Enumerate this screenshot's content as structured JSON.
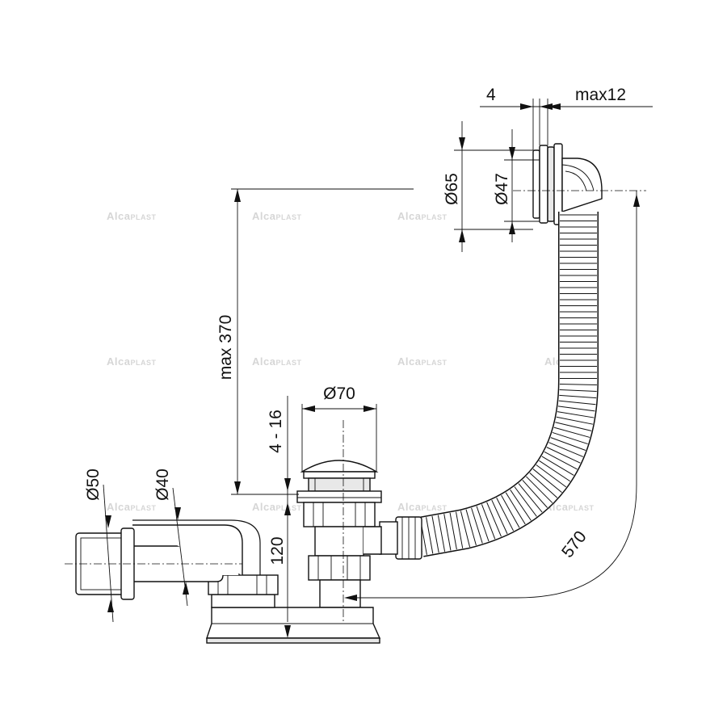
{
  "dimensions": {
    "d65": "Ø65",
    "d47": "Ø47",
    "t4_top": "4",
    "max12": "max12",
    "max370": "max 370",
    "t4_16": "4 - 16",
    "d70": "Ø70",
    "d50": "Ø50",
    "d40": "Ø40",
    "h120": "120",
    "l570": "570"
  },
  "watermark": {
    "brand": "Alca",
    "suffix": "PLAST"
  }
}
